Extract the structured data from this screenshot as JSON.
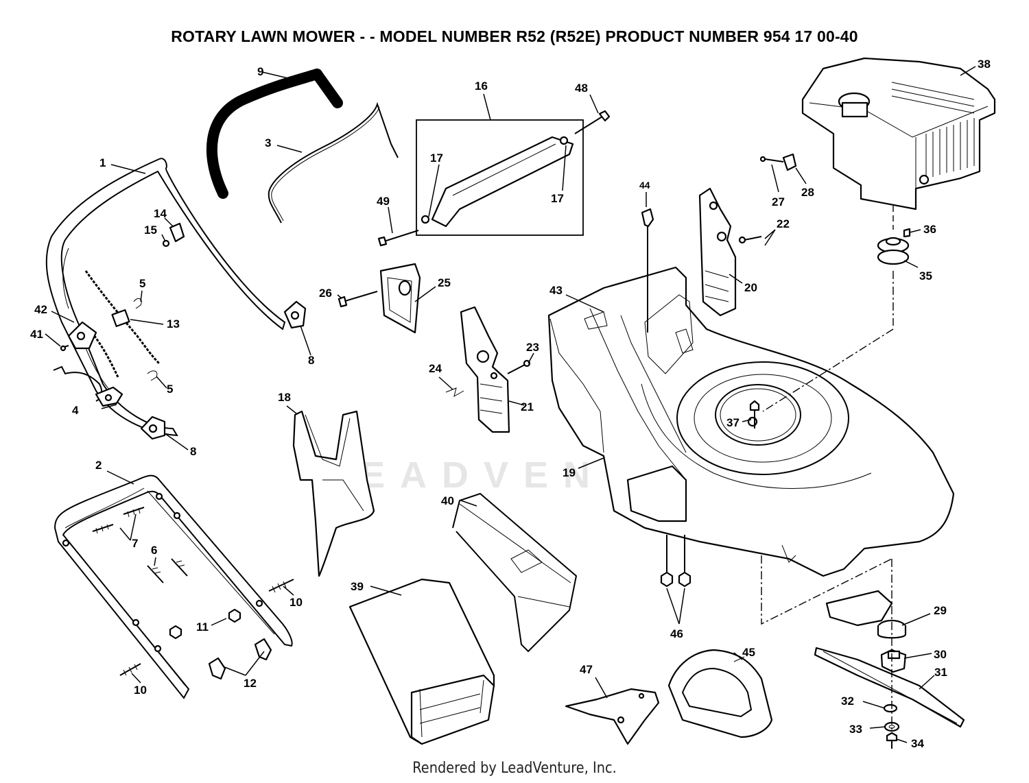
{
  "title": "ROTARY LAWN MOWER - - MODEL NUMBER R52 (R52E) PRODUCT NUMBER 954 17 00-40",
  "watermark": "LEADVENTURE",
  "footer": "Rendered by LeadVenture, Inc.",
  "callouts": {
    "c1": "1",
    "c2": "2",
    "c3": "3",
    "c4": "4",
    "c5a": "5",
    "c5b": "5",
    "c6": "6",
    "c7": "7",
    "c8a": "8",
    "c8b": "8",
    "c9": "9",
    "c10a": "10",
    "c10b": "10",
    "c11": "11",
    "c12": "12",
    "c13": "13",
    "c14": "14",
    "c15": "15",
    "c16": "16",
    "c17a": "17",
    "c17b": "17",
    "c18": "18",
    "c19": "19",
    "c20": "20",
    "c21": "21",
    "c22": "22",
    "c23": "23",
    "c24": "24",
    "c25": "25",
    "c26": "26",
    "c27": "27",
    "c28": "28",
    "c29": "29",
    "c30": "30",
    "c31": "31",
    "c32": "32",
    "c33": "33",
    "c34": "34",
    "c35": "35",
    "c36": "36",
    "c37": "37",
    "c38": "38",
    "c39": "39",
    "c40": "40",
    "c41": "41",
    "c42": "42",
    "c43": "43",
    "c44": "44",
    "c45": "45",
    "c46": "46",
    "c47": "47",
    "c48": "48",
    "c49": "49"
  }
}
